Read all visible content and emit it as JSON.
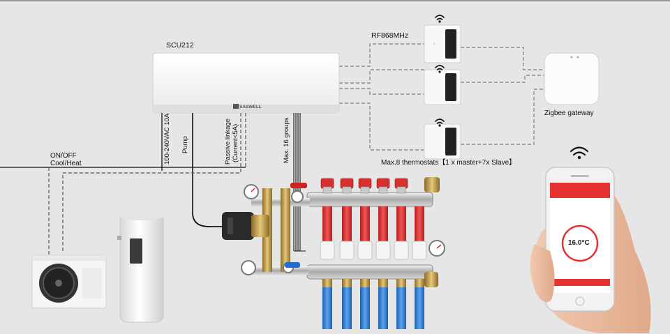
{
  "controller": {
    "model": "SCU212",
    "brand": "SASWELL"
  },
  "wires": {
    "power": "100-240VAC 10A",
    "pump": "Pump",
    "passive_linkage": "Passive linkage",
    "passive_current": "(Current<5A)",
    "groups": "Max. 16 groups"
  },
  "labels": {
    "rf_frequency": "RF868MHz",
    "gateway": "Zigbee gateway",
    "thermostats": "Max.8 thermostats【1 x master+7x Slave】",
    "on_off": "ON/OFF",
    "cool_heat": "Cool/Heat"
  },
  "phone": {
    "temperature": "16.0°C"
  },
  "colors": {
    "background": "#e6e6e6",
    "dashed_link": "#8c8c8c",
    "supply_pipe": "#e23a3a",
    "return_pipe": "#2f7fd6",
    "app_accent": "#e5312f"
  }
}
